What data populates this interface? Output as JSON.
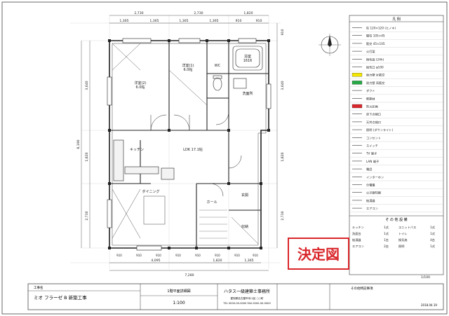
{
  "sheet": {
    "approval_stamp": "決定図",
    "scale_label": "1/100",
    "title_block": {
      "project_label": "工事名",
      "project_name": "ミオ フラーゼ B 新築工事",
      "drawing_name": "1階平面詳細図",
      "scale": "1:100",
      "company": "ハタス一級建築士事務所",
      "company_address": "愛知県名古屋市中川区 ○○町",
      "contact": "TEL 0000-00-0000  FAX 0000-00-0000",
      "note_label": "その他特記事項",
      "date": "2018.04.19"
    }
  },
  "dims": {
    "top_overall": [
      "2,730",
      "2,730",
      "1,820"
    ],
    "top_sub": [
      "1,365",
      "1,365",
      "1,365",
      "1,365",
      "910",
      "910"
    ],
    "bottom_sub": [
      "4,095",
      "1,820",
      "1,365"
    ],
    "bottom_overall": "7,280",
    "bottom_segments": [
      "910",
      "910",
      "910",
      "910",
      "910",
      "910",
      "910",
      "910"
    ],
    "left_overall": "8,190",
    "left_sub": [
      "3,640",
      "1,820",
      "2,730"
    ],
    "right_sub": [
      "910",
      "3,640",
      "1,820",
      "2,730"
    ]
  },
  "rooms": [
    {
      "label": "洋室(2)\n6.0帖"
    },
    {
      "label": "洋室(1)\n6.0帖"
    },
    {
      "label": "LDK 17.1帖"
    },
    {
      "label": "キッチン"
    },
    {
      "label": "ダイニング"
    },
    {
      "label": "浴室\n1616"
    },
    {
      "label": "洗面所"
    },
    {
      "label": "WC"
    },
    {
      "label": "玄関"
    },
    {
      "label": "収納"
    },
    {
      "label": "ホール"
    }
  ],
  "legend": {
    "header": "凡 例",
    "items": [
      "柱 120×120 (ヒノキ)",
      "間柱 105×45",
      "筋交 45×105",
      "火打梁",
      "換気扇 (24h)",
      "給気口 φ100",
      "耐力壁 片筋交",
      "耐力壁 両筋交",
      "ダクト",
      "断熱材",
      "防火区画",
      "床下点検口",
      "天井点検口",
      "照明 (ダウンライト)",
      "コンセント",
      "スイッチ",
      "TV 端子",
      "LAN 端子",
      "電話",
      "インターホン",
      "分電盤",
      "火災報知器",
      "給湯器",
      "エアコン"
    ],
    "equipment_header": "そ の 他 設 備",
    "equipment": [
      [
        "キッチン",
        "1式"
      ],
      [
        "ユニットバス",
        "1式"
      ],
      [
        "洗面台",
        "1式"
      ],
      [
        "トイレ",
        "1式"
      ],
      [
        "給湯器",
        "1台"
      ],
      [
        "換気扇",
        "4台"
      ],
      [
        "エアコン",
        "2台"
      ],
      [
        "照明",
        "1式"
      ]
    ]
  },
  "colors": {
    "yellow_swatch": "#f2e600",
    "red_swatch": "#d9262a",
    "green_swatch": "#27a844",
    "stamp": "#d9262a"
  }
}
